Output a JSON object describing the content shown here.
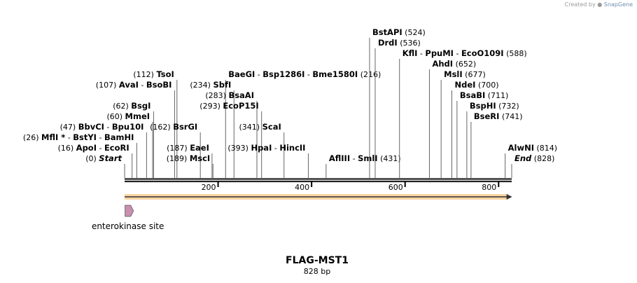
{
  "credit": {
    "prefix": "Created by",
    "brand": "SnapGene"
  },
  "map": {
    "title": "FLAG-MST1",
    "length_label": "828 bp",
    "total_bp": 828,
    "ruler_ticks": [
      200,
      400,
      600,
      800
    ],
    "colors": {
      "feature_arrow": "#f4b35a",
      "feature_line": "#333333",
      "enterokinase": "#c98fb0",
      "backbone": "#222222"
    },
    "feature": {
      "name": "enterokinase site",
      "start": 1,
      "end": 10,
      "icon": "pentagon-arrow-right"
    },
    "orf": {
      "start": 0,
      "end": 820,
      "direction": "forward"
    },
    "sites": [
      {
        "names": [
          "Start"
        ],
        "pos": "(0)",
        "bp": 0,
        "italic": true,
        "row": 0
      },
      {
        "names": [
          "ApoI",
          "EcoRI"
        ],
        "pos": "(16)",
        "bp": 16,
        "row": 1
      },
      {
        "names": [
          "MflI *",
          "BstYI",
          "BamHI"
        ],
        "pos": "(26)",
        "bp": 26,
        "row": 2
      },
      {
        "names": [
          "BbvCI",
          "Bpu10I"
        ],
        "pos": "(47)",
        "bp": 47,
        "row": 3
      },
      {
        "names": [
          "MmeI"
        ],
        "pos": "(60)",
        "bp": 60,
        "row": 4
      },
      {
        "names": [
          "BsgI"
        ],
        "pos": "(62)",
        "bp": 62,
        "row": 5
      },
      {
        "names": [
          "AvaI",
          "BsoBI"
        ],
        "pos": "(107)",
        "bp": 107,
        "row": 7
      },
      {
        "names": [
          "TsoI"
        ],
        "pos": "(112)",
        "bp": 112,
        "row": 8
      },
      {
        "names": [
          "BsrGI"
        ],
        "pos": "(162)",
        "bp": 162,
        "row": 3
      },
      {
        "names": [
          "EaeI"
        ],
        "pos": "(187)",
        "bp": 187,
        "row": 1
      },
      {
        "names": [
          "MscI"
        ],
        "pos": "(189)",
        "bp": 189,
        "row": 0
      },
      {
        "names": [
          "BaeGI",
          "Bsp1286I",
          "Bme1580I"
        ],
        "pos": "(216)",
        "bp": 216,
        "row": 8,
        "posAfter": true
      },
      {
        "names": [
          "SbfI"
        ],
        "pos": "(234)",
        "bp": 234,
        "row": 7
      },
      {
        "names": [
          "BsaAI"
        ],
        "pos": "(283)",
        "bp": 283,
        "row": 6
      },
      {
        "names": [
          "EcoP15I"
        ],
        "pos": "(293)",
        "bp": 293,
        "row": 5
      },
      {
        "names": [
          "ScaI"
        ],
        "pos": "(341)",
        "bp": 341,
        "row": 3
      },
      {
        "names": [
          "HpaI",
          "HincII"
        ],
        "pos": "(393)",
        "bp": 393,
        "row": 1
      },
      {
        "names": [
          "AflIII",
          "SmlI"
        ],
        "pos": "(431)",
        "bp": 431,
        "row": 0
      },
      {
        "names": [
          "BstAPI"
        ],
        "pos": "(524)",
        "bp": 524,
        "row": 12
      },
      {
        "names": [
          "DrdI"
        ],
        "pos": "(536)",
        "bp": 536,
        "row": 11
      },
      {
        "names": [
          "KflI",
          "PpuMI",
          "EcoO109I"
        ],
        "pos": "(588)",
        "bp": 588,
        "row": 10
      },
      {
        "names": [
          "AhdI"
        ],
        "pos": "(652)",
        "bp": 652,
        "row": 9
      },
      {
        "names": [
          "MslI"
        ],
        "pos": "(677)",
        "bp": 677,
        "row": 8
      },
      {
        "names": [
          "NdeI"
        ],
        "pos": "(700)",
        "bp": 700,
        "row": 7
      },
      {
        "names": [
          "BsaBI"
        ],
        "pos": "(711)",
        "bp": 711,
        "row": 6
      },
      {
        "names": [
          "BspHI"
        ],
        "pos": "(732)",
        "bp": 732,
        "row": 5
      },
      {
        "names": [
          "BseRI"
        ],
        "pos": "(741)",
        "bp": 741,
        "row": 4
      },
      {
        "names": [
          "AlwNI"
        ],
        "pos": "(814)",
        "bp": 814,
        "row": 1
      },
      {
        "names": [
          "End"
        ],
        "pos": "(828)",
        "bp": 828,
        "italic": true,
        "row": 0
      }
    ]
  }
}
